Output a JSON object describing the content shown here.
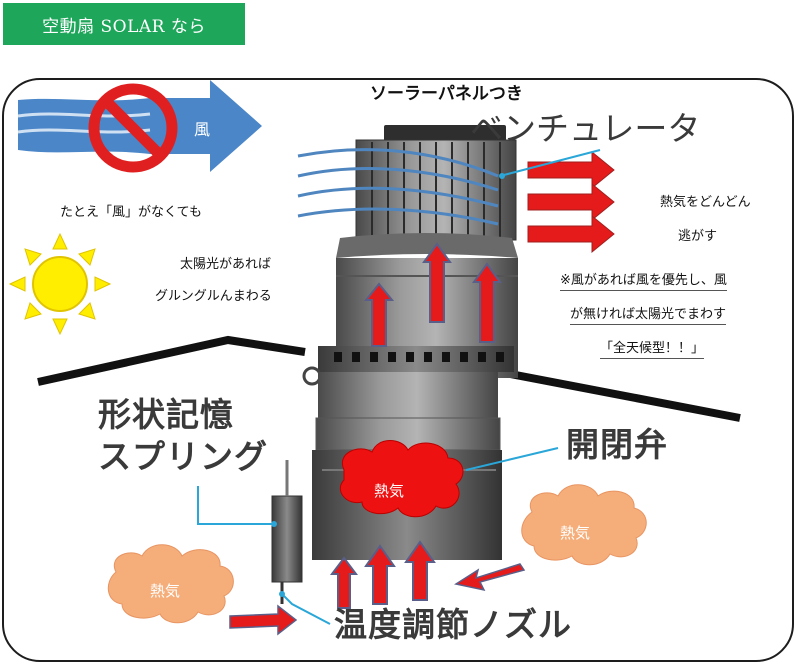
{
  "header": {
    "title": "空動扇 SOLAR なら"
  },
  "wind": {
    "label": "風",
    "condition": "たとえ「風」がなくても",
    "arrow_color": "#4a86c8",
    "prohibition_color": "#e02020"
  },
  "sun": {
    "line1": "太陽光があれば",
    "line2": "グルングルんまわる",
    "color": "#ffee00"
  },
  "product": {
    "top_caption": "ソーラーパネルつき",
    "name": "ベンチュレータ"
  },
  "exhaust": {
    "line1": "熱気をどんどん",
    "line2": "逃がす"
  },
  "notes": [
    "※風があれば風を優先し、風",
    "が無ければ太陽光でまわす",
    "「全天候型！！」"
  ],
  "parts": {
    "spring": [
      "形状記憶",
      "スプリング"
    ],
    "valve": "開閉弁",
    "nozzle": "温度調節ノズル"
  },
  "heat": {
    "label": "熱気",
    "inner_color": "#ee1111",
    "cloud_color": "#f5ae7a",
    "arrow_color": "#e51a1a"
  }
}
